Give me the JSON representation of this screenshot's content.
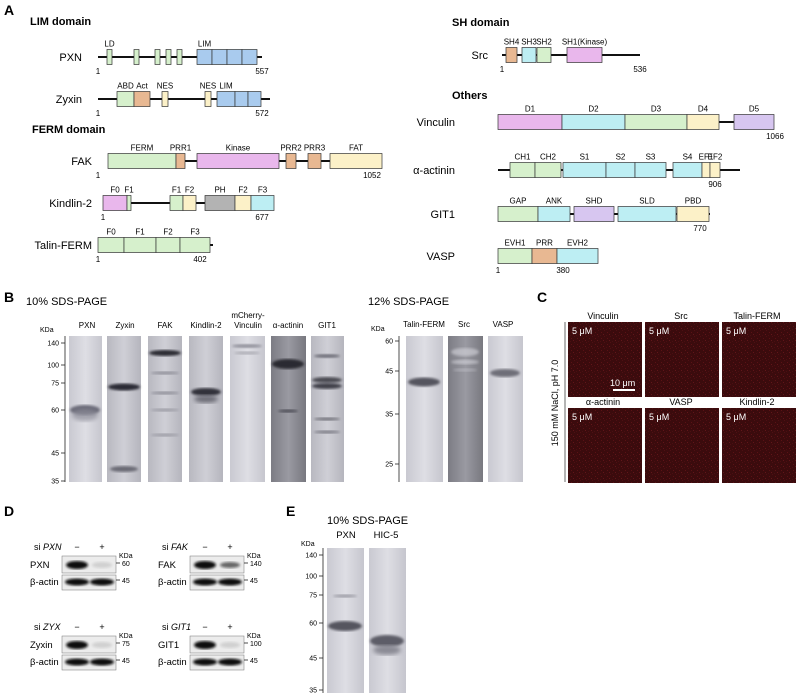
{
  "panel_labels": {
    "A": "A",
    "B": "B",
    "C": "C",
    "D": "D",
    "E": "E"
  },
  "colors": {
    "green": "#d6f0cc",
    "orange": "#e8b892",
    "blue": "#a9cbee",
    "pink": "#e9b7ec",
    "cyan": "#bdeef3",
    "yellow": "#fcf1c8",
    "purple": "#d7c6f0",
    "gray": "#b3b3b3",
    "edge": "#333333",
    "gel_bg": "#e9e9ed",
    "fluor_bg": "#3a0a0a"
  },
  "panelA": {
    "sections": {
      "lim": "LIM domain",
      "ferm": "FERM domain",
      "sh": "SH domain",
      "others": "Others"
    },
    "proteins": {
      "pxn": {
        "name": "PXN",
        "start": "1",
        "end": "557",
        "domains": [
          {
            "label": "LD",
            "color": "green"
          },
          {
            "label": "",
            "color": "green"
          },
          {
            "label": "",
            "color": "green"
          },
          {
            "label": "",
            "color": "green"
          },
          {
            "label": "",
            "color": "green"
          },
          {
            "label": "LIM",
            "color": "blue"
          },
          {
            "label": "",
            "color": "blue"
          },
          {
            "label": "",
            "color": "blue"
          },
          {
            "label": "",
            "color": "blue"
          }
        ]
      },
      "zyxin": {
        "name": "Zyxin",
        "start": "1",
        "end": "572",
        "domains": [
          {
            "label": "ABD",
            "color": "green"
          },
          {
            "label": "Act",
            "color": "orange"
          },
          {
            "label": "NES",
            "color": "yellow"
          },
          {
            "label": "NES",
            "color": "yellow"
          },
          {
            "label": "LIM",
            "color": "blue"
          },
          {
            "label": "",
            "color": "blue"
          },
          {
            "label": "",
            "color": "blue"
          }
        ]
      },
      "fak": {
        "name": "FAK",
        "start": "1",
        "end": "1052",
        "domains": [
          {
            "label": "FERM",
            "color": "green"
          },
          {
            "label": "PRR1",
            "color": "orange"
          },
          {
            "label": "Kinase",
            "color": "pink"
          },
          {
            "label": "PRR2",
            "color": "orange"
          },
          {
            "label": "PRR3",
            "color": "orange"
          },
          {
            "label": "FAT",
            "color": "yellow"
          }
        ]
      },
      "kindlin2": {
        "name": "Kindlin-2",
        "start": "1",
        "end": "677",
        "domains": [
          {
            "label": "F0",
            "color": "pink"
          },
          {
            "label": "F1",
            "color": "green"
          },
          {
            "label": "F1",
            "color": "green"
          },
          {
            "label": "F2",
            "color": "yellow"
          },
          {
            "label": "PH",
            "color": "gray"
          },
          {
            "label": "F2",
            "color": "yellow"
          },
          {
            "label": "F3",
            "color": "cyan"
          }
        ]
      },
      "talin": {
        "name": "Talin-FERM",
        "start": "1",
        "end": "402",
        "domains": [
          {
            "label": "F0",
            "color": "green"
          },
          {
            "label": "F1",
            "color": "green"
          },
          {
            "label": "F2",
            "color": "green"
          },
          {
            "label": "F3",
            "color": "green"
          }
        ]
      },
      "src": {
        "name": "Src",
        "start": "1",
        "end": "536",
        "domains": [
          {
            "label": "SH4",
            "color": "orange"
          },
          {
            "label": "SH3",
            "color": "cyan"
          },
          {
            "label": "SH2",
            "color": "green"
          },
          {
            "label": "SH1(Kinase)",
            "color": "pink"
          }
        ]
      },
      "vinculin": {
        "name": "Vinculin",
        "start": "",
        "end": "1066",
        "domains": [
          {
            "label": "D1",
            "color": "pink"
          },
          {
            "label": "D2",
            "color": "cyan"
          },
          {
            "label": "D3",
            "color": "green"
          },
          {
            "label": "D4",
            "color": "yellow"
          },
          {
            "label": "D5",
            "color": "purple"
          }
        ]
      },
      "actinin": {
        "name": "α-actinin",
        "start": "",
        "end": "906",
        "domains": [
          {
            "label": "CH1",
            "color": "green"
          },
          {
            "label": "CH2",
            "color": "green"
          },
          {
            "label": "S1",
            "color": "cyan"
          },
          {
            "label": "S2",
            "color": "cyan"
          },
          {
            "label": "S3",
            "color": "cyan"
          },
          {
            "label": "S4",
            "color": "cyan"
          },
          {
            "label": "EF1",
            "color": "yellow"
          },
          {
            "label": "EF2",
            "color": "yellow"
          }
        ]
      },
      "git1": {
        "name": "GIT1",
        "start": "",
        "end": "770",
        "domains": [
          {
            "label": "GAP",
            "color": "green"
          },
          {
            "label": "ANK",
            "color": "cyan"
          },
          {
            "label": "SHD",
            "color": "purple"
          },
          {
            "label": "SLD",
            "color": "cyan"
          },
          {
            "label": "PBD",
            "color": "yellow"
          }
        ]
      },
      "vasp": {
        "name": "VASP",
        "start": "1",
        "end": "380",
        "domains": [
          {
            "label": "EVH1",
            "color": "green"
          },
          {
            "label": "PRR",
            "color": "orange"
          },
          {
            "label": "EVH2",
            "color": "cyan"
          }
        ]
      }
    }
  },
  "panelB": {
    "title_10": "10% SDS-PAGE",
    "title_12": "12% SDS-PAGE",
    "kda": "KDa",
    "markers_10": [
      "140",
      "100",
      "75",
      "60",
      "45",
      "35"
    ],
    "markers_12": [
      "60",
      "45",
      "35",
      "25"
    ],
    "lanes_10": [
      "PXN",
      "Zyxin",
      "FAK",
      "Kindlin-2",
      "mCherry-\nVinculin",
      "α-actinin",
      "GIT1"
    ],
    "lane_mcherry_line1": "mCherry-",
    "lane_mcherry_line2": "Vinculin",
    "lanes_12": [
      "Talin-FERM",
      "Src",
      "VASP"
    ]
  },
  "panelC": {
    "side_label": "150 mM NaCl, pH 7.0",
    "titles": [
      "Vinculin",
      "Src",
      "Talin-FERM",
      "α-actinin",
      "VASP",
      "Kindlin-2"
    ],
    "conc": "5 μM",
    "scalebar": "10 μm"
  },
  "panelD": {
    "kda": "KDa",
    "minus": "−",
    "plus": "+",
    "blots": [
      {
        "si_prefix": "si",
        "si_gene": "PXN",
        "target": "PXN",
        "target_kda": "60",
        "loading": "β-actin",
        "loading_kda": "45"
      },
      {
        "si_prefix": "si",
        "si_gene": "FAK",
        "target": "FAK",
        "target_kda": "140",
        "loading": "β-actin",
        "loading_kda": "45"
      },
      {
        "si_prefix": "si",
        "si_gene": "ZYX",
        "target": "Zyxin",
        "target_kda": "75",
        "loading": "β-actin",
        "loading_kda": "45"
      },
      {
        "si_prefix": "si",
        "si_gene": "GIT1",
        "target": "GIT1",
        "target_kda": "100",
        "loading": "β-actin",
        "loading_kda": "45"
      }
    ]
  },
  "panelE": {
    "title": "10% SDS-PAGE",
    "kda": "KDa",
    "markers": [
      "140",
      "100",
      "75",
      "60",
      "45",
      "35"
    ],
    "lanes": [
      "PXN",
      "HIC-5"
    ]
  }
}
